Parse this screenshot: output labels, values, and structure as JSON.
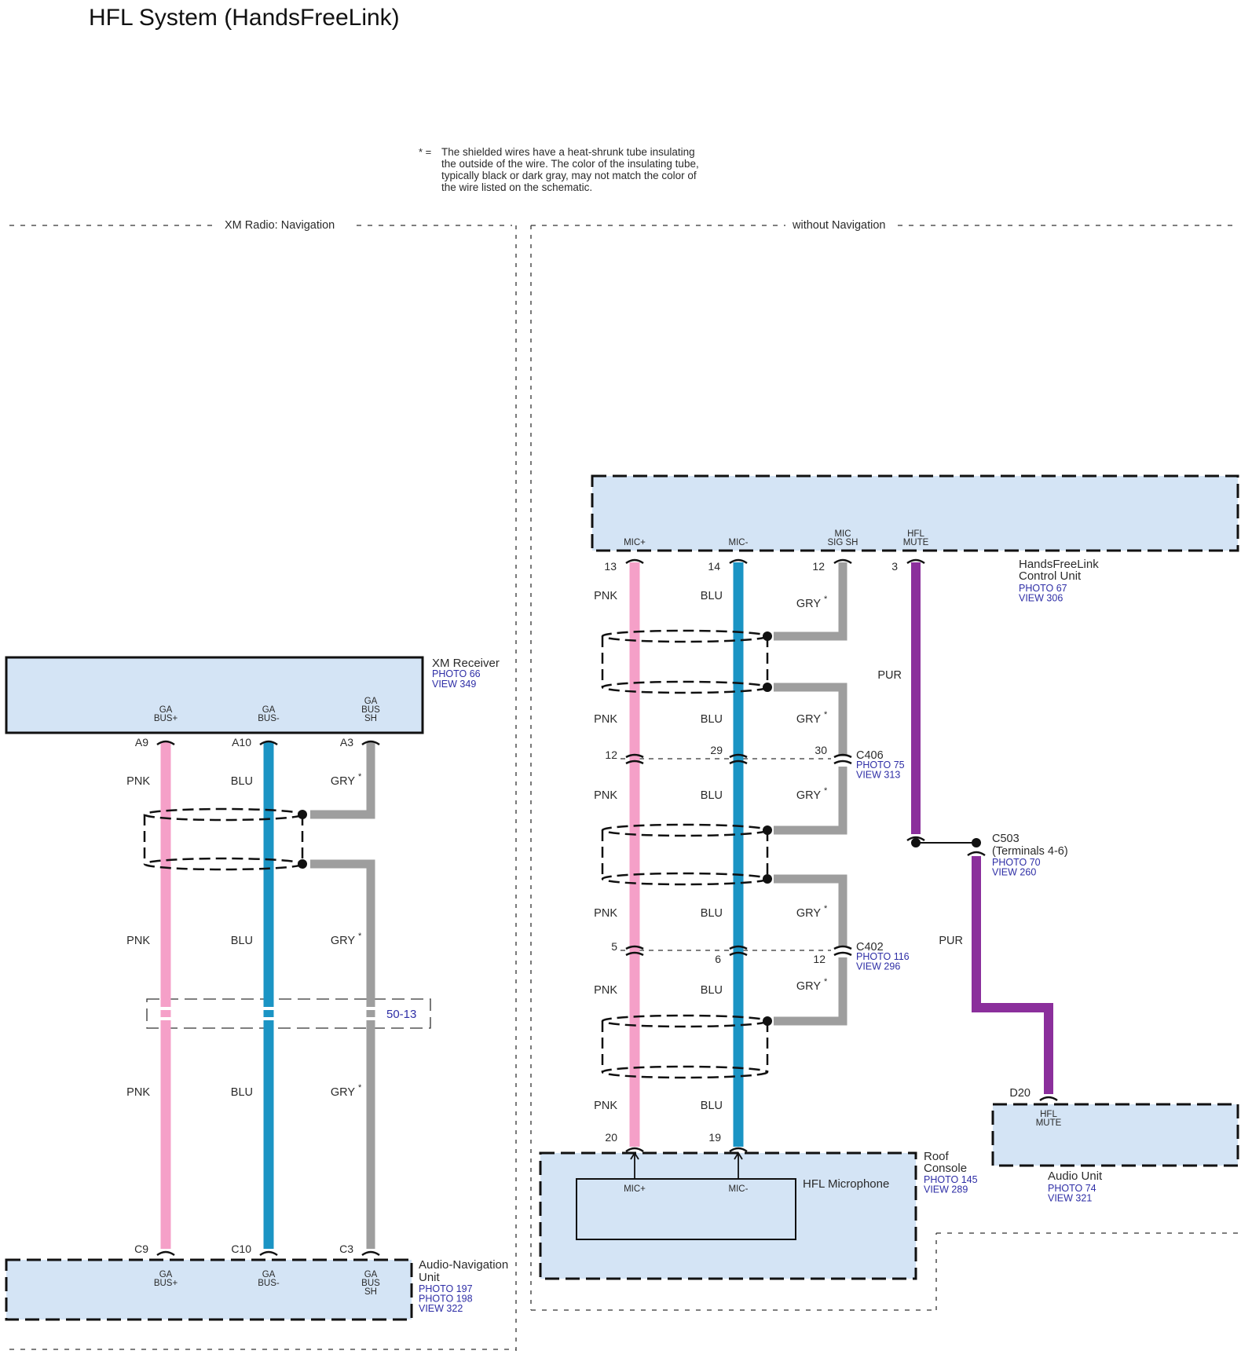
{
  "title": "HFL System (HandsFreeLink)",
  "colors": {
    "PNK": "#f5a0c8",
    "BLU": "#1b94c4",
    "GRY": "#9e9e9e",
    "PUR": "#8b2f9c",
    "box_fill": "#d4e4f5",
    "link": "#2e2ea6"
  },
  "note": {
    "marker": "* =",
    "lines": [
      "The shielded wires have a heat-shrunk tube insulating",
      "the outside of the wire. The color of the insulating tube,",
      "typically black or dark gray, may not match the color of",
      "the wire listed on the schematic."
    ]
  },
  "sections": {
    "left": "XM Radio: Navigation",
    "right": "without Navigation"
  },
  "xm_receiver": {
    "name": "XM Receiver",
    "links": [
      "PHOTO 66",
      "VIEW 349"
    ],
    "pins": [
      {
        "label": [
          "GA",
          "BUS+"
        ],
        "terminal": "A9"
      },
      {
        "label": [
          "GA",
          "BUS-"
        ],
        "terminal": "A10"
      },
      {
        "label": [
          "GA",
          "BUS",
          "SH"
        ],
        "terminal": "A3"
      }
    ]
  },
  "audio_nav_unit": {
    "name": [
      "Audio-Navigation",
      "Unit"
    ],
    "links": [
      "PHOTO 197",
      "PHOTO 198",
      "VIEW 322"
    ],
    "pins": [
      {
        "label": [
          "GA",
          "BUS+"
        ],
        "terminal": "C9"
      },
      {
        "label": [
          "GA",
          "BUS-"
        ],
        "terminal": "C10"
      },
      {
        "label": [
          "GA",
          "BUS",
          "SH"
        ],
        "terminal": "C3"
      }
    ]
  },
  "left_wires": {
    "pink_labels": [
      "PNK",
      "PNK",
      "PNK"
    ],
    "blue_labels": [
      "BLU",
      "BLU",
      "BLU"
    ],
    "gray_labels": [
      "GRY",
      "GRY",
      "GRY"
    ],
    "asterisk": "*",
    "ref": "50-13"
  },
  "hfl_control_unit": {
    "name": [
      "HandsFreeLink",
      "Control Unit"
    ],
    "links": [
      "PHOTO 67",
      "VIEW 306"
    ],
    "pins": [
      {
        "label": [
          "MIC+"
        ],
        "terminal": "13"
      },
      {
        "label": [
          "MIC-"
        ],
        "terminal": "14"
      },
      {
        "label": [
          "MIC",
          "SIG SH"
        ],
        "terminal": "12"
      },
      {
        "label": [
          "HFL",
          "MUTE"
        ],
        "terminal": "3"
      }
    ]
  },
  "c406": {
    "name": "C406",
    "links": [
      "PHOTO 75",
      "VIEW 313"
    ],
    "terminals": [
      "12",
      "29",
      "30"
    ]
  },
  "c402": {
    "name": "C402",
    "links": [
      "PHOTO 116",
      "VIEW 296"
    ],
    "terminals": [
      "5",
      "6",
      "12"
    ]
  },
  "c503": {
    "name": "C503",
    "detail": "(Terminals 4-6)",
    "links": [
      "PHOTO 70",
      "VIEW 260"
    ]
  },
  "right_wires": {
    "pink": "PNK",
    "blue": "BLU",
    "gray": "GRY",
    "asterisk": "*",
    "purple": "PUR"
  },
  "roof_console": {
    "name": [
      "Roof",
      "Console"
    ],
    "links": [
      "PHOTO 145",
      "VIEW 289"
    ],
    "terminals": [
      "20",
      "19"
    ],
    "microphone": "HFL Microphone",
    "mic_pins": [
      "MIC+",
      "MIC-"
    ]
  },
  "audio_unit": {
    "name": "Audio Unit",
    "links": [
      "PHOTO 74",
      "VIEW 321"
    ],
    "terminal": "D20",
    "pin_label": [
      "HFL",
      "MUTE"
    ]
  }
}
